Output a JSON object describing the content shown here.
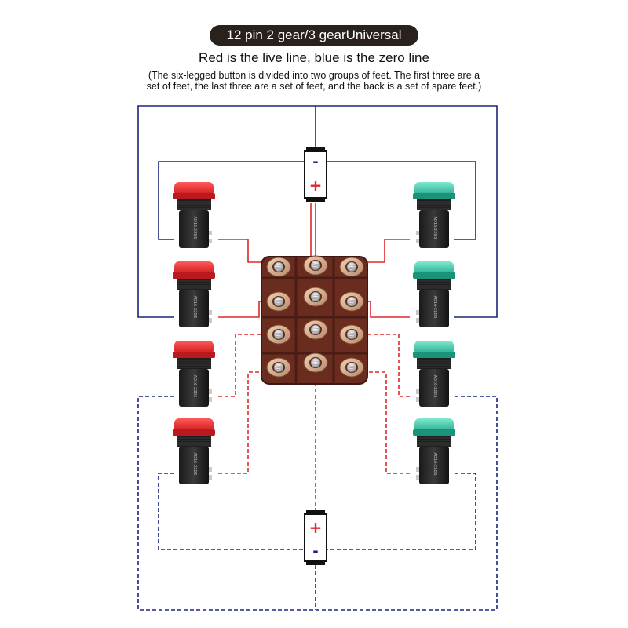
{
  "header": {
    "badge": "12 pin 2 gear/3 gearUniversal",
    "subtitle": "Red is the live line, blue is the zero line",
    "note_line1": "(The six-legged button is divided into two groups of feet. The first three are a",
    "note_line2": "set of feet, the last three are a set of feet, and the back is a set of spare feet.)"
  },
  "battery_top": {
    "minus": "-",
    "plus": "+"
  },
  "battery_bottom": {
    "plus": "+",
    "minus": "-"
  },
  "lamp_label": "AD16-22DS",
  "colors": {
    "live": "#e0282a",
    "neutral": "#1a237e",
    "red_lens": "#e5242a",
    "green_lens": "#2fc4a4",
    "switch_body": "#6b2c20",
    "badge": "#2a211d"
  },
  "lamps": [
    {
      "color": "red",
      "side": "left"
    },
    {
      "color": "red",
      "side": "left"
    },
    {
      "color": "red",
      "side": "left"
    },
    {
      "color": "red",
      "side": "left"
    },
    {
      "color": "green",
      "side": "right"
    },
    {
      "color": "green",
      "side": "right"
    },
    {
      "color": "green",
      "side": "right"
    },
    {
      "color": "green",
      "side": "right"
    }
  ]
}
